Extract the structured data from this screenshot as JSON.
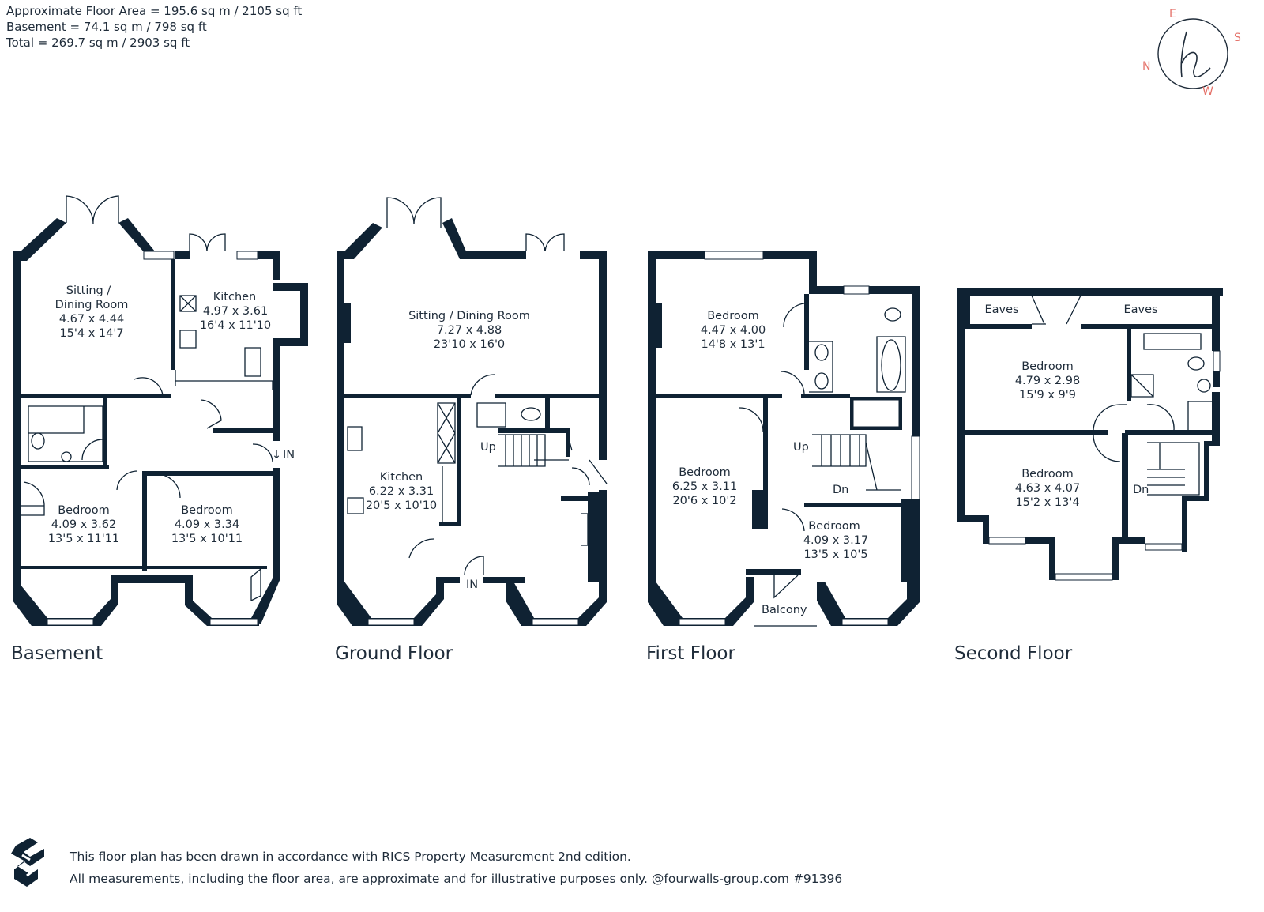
{
  "summary": {
    "approx_floor_area": "Approximate Floor Area = 195.6 sq m / 2105 sq ft",
    "basement": "Basement = 74.1 sq m / 798 sq ft",
    "total": "Total = 269.7 sq m / 2903 sq ft"
  },
  "compass": {
    "e": "E",
    "s": "S",
    "n": "N",
    "w": "W",
    "accent": "#e5736b"
  },
  "floors": {
    "basement": {
      "title": "Basement",
      "sitting": {
        "name1": "Sitting /",
        "name2": "Dining Room",
        "m": "4.67 x 4.44",
        "f": "15'4 x 14'7"
      },
      "kitchen": {
        "name": "Kitchen",
        "m": "4.97 x 3.61",
        "f": "16'4 x 11'10"
      },
      "bed1": {
        "name": "Bedroom",
        "m": "4.09 x 3.62",
        "f": "13'5 x 11'11"
      },
      "bed2": {
        "name": "Bedroom",
        "m": "4.09 x 3.34",
        "f": "13'5 x 10'11"
      },
      "in": "IN"
    },
    "ground": {
      "title": "Ground Floor",
      "sitting": {
        "name": "Sitting / Dining Room",
        "m": "7.27 x 4.88",
        "f": "23'10 x 16'0"
      },
      "kitchen": {
        "name": "Kitchen",
        "m": "6.22 x 3.31",
        "f": "20'5 x 10'10"
      },
      "up": "Up",
      "in": "IN"
    },
    "first": {
      "title": "First Floor",
      "bed1": {
        "name": "Bedroom",
        "m": "4.47 x 4.00",
        "f": "14'8 x 13'1"
      },
      "bed2": {
        "name": "Bedroom",
        "m": "6.25 x 3.11",
        "f": "20'6 x 10'2"
      },
      "bed3": {
        "name": "Bedroom",
        "m": "4.09 x 3.17",
        "f": "13'5 x 10'5"
      },
      "up": "Up",
      "dn": "Dn",
      "balcony": "Balcony"
    },
    "second": {
      "title": "Second Floor",
      "eaves1": "Eaves",
      "eaves2": "Eaves",
      "bed1": {
        "name": "Bedroom",
        "m": "4.79 x 2.98",
        "f": "15'9 x 9'9"
      },
      "bed2": {
        "name": "Bedroom",
        "m": "4.63 x 4.07",
        "f": "15'2 x 13'4"
      },
      "dn": "Dn"
    }
  },
  "footer": {
    "line1": "This floor plan has been drawn in accordance with RICS Property Measurement 2nd edition.",
    "line2": "All measurements, including the floor area, are approximate and for illustrative purposes only. @fourwalls-group.com #91396"
  }
}
